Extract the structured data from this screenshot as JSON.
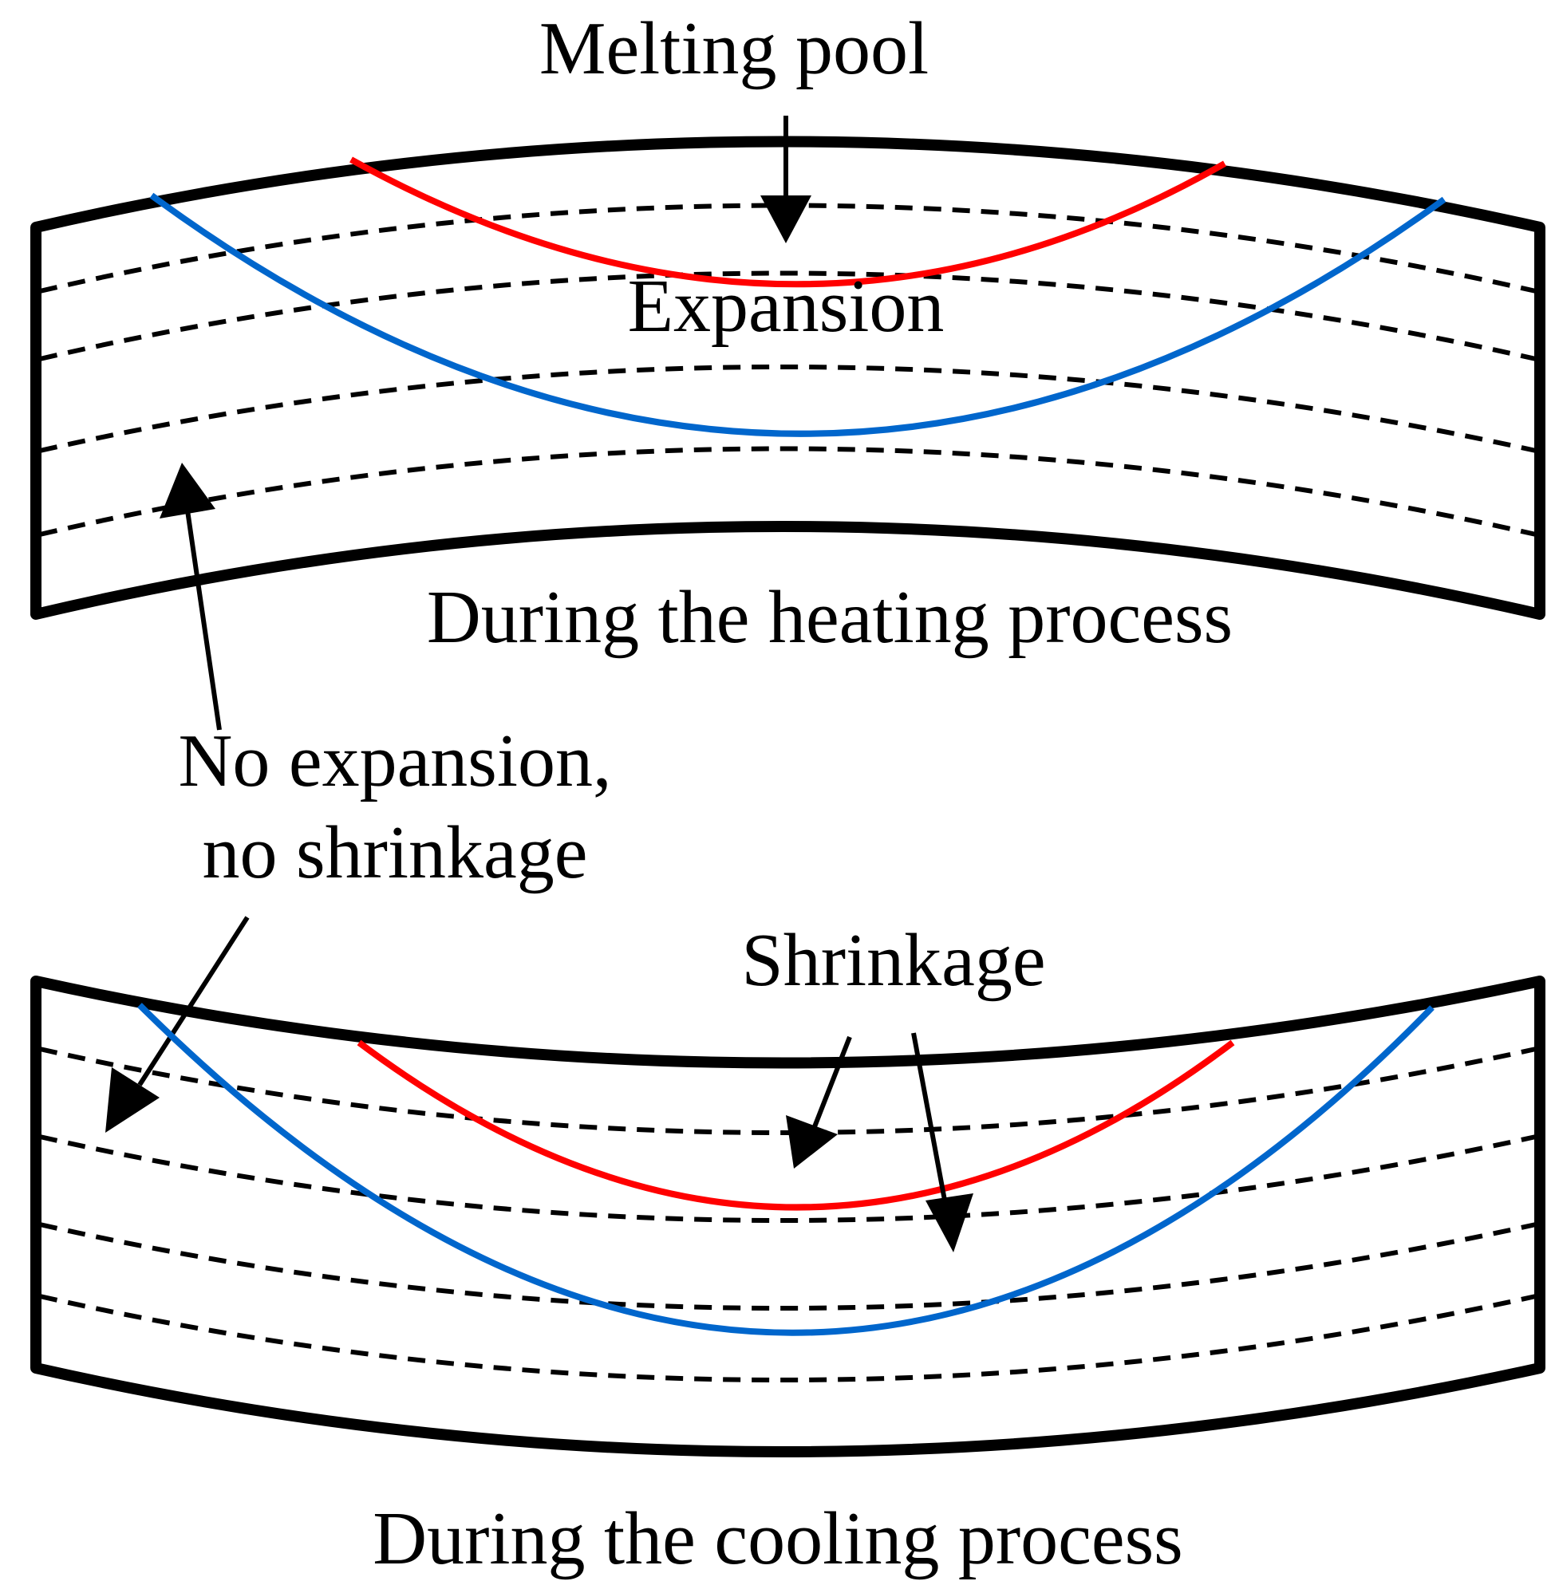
{
  "labels": {
    "melting_pool": "Melting pool",
    "expansion": "Expansion",
    "heating_caption": "During the heating process",
    "no_change_line1": "No expansion,",
    "no_change_line2": "no shrinkage",
    "shrinkage": "Shrinkage",
    "cooling_caption": "During the cooling process"
  },
  "colors": {
    "melting_pool_curve": "#ff0000",
    "affected_zone_curve": "#0066cc",
    "outline": "#000000",
    "layer_lines": "#000000"
  }
}
